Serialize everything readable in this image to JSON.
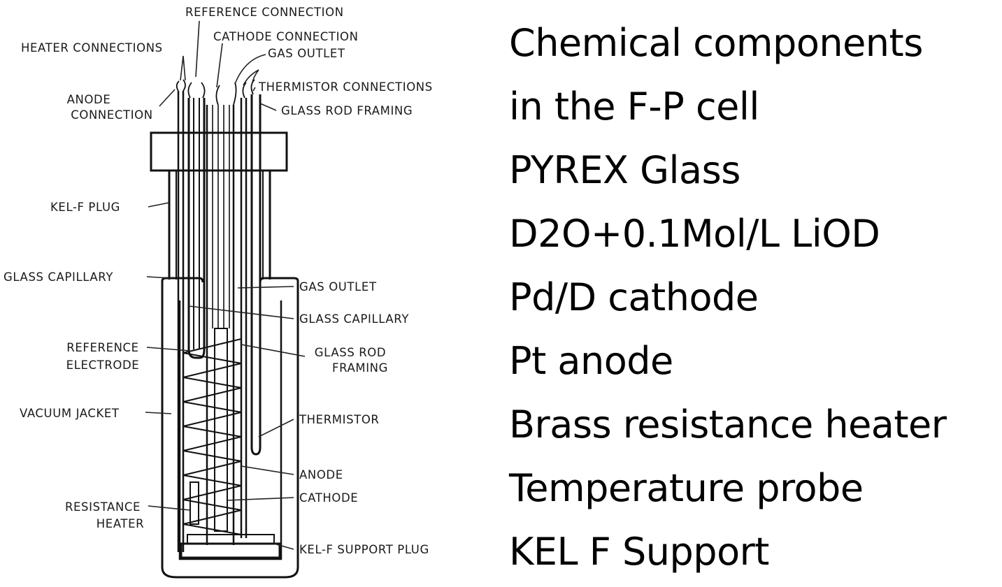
{
  "diagram": {
    "labels": {
      "reference_connection": "REFERENCE CONNECTION",
      "cathode_connection": "CATHODE CONNECTION",
      "heater_connections": "HEATER CONNECTIONS",
      "gas_outlet_top": "GAS OUTLET",
      "thermistor_connections": "THERMISTOR CONNECTIONS",
      "anode_connection_1": "ANODE",
      "anode_connection_2": "CONNECTION",
      "glass_rod_framing_top": "GLASS ROD FRAMING",
      "kel_f_plug": "KEL-F PLUG",
      "glass_capillary_left": "GLASS CAPILLARY",
      "gas_outlet_right": "GAS OUTLET",
      "glass_capillary_right": "GLASS CAPILLARY",
      "reference_electrode_1": "REFERENCE",
      "reference_electrode_2": "ELECTRODE",
      "glass_rod_framing_right_1": "GLASS ROD",
      "glass_rod_framing_right_2": "FRAMING",
      "vacuum_jacket": "VACUUM JACKET",
      "thermistor": "THERMISTOR",
      "anode": "ANODE",
      "cathode": "CATHODE",
      "resistance_heater_1": "RESISTANCE",
      "resistance_heater_2": "HEATER",
      "kel_f_support_plug": "KEL-F SUPPORT PLUG"
    }
  },
  "components": [
    "Chemical components",
    "in the F-P cell",
    "PYREX Glass",
    "D2O+0.1Mol/L LiOD",
    "Pd/D cathode",
    "Pt anode",
    "Brass resistance heater",
    "Temperature probe",
    "KEL F Support"
  ]
}
